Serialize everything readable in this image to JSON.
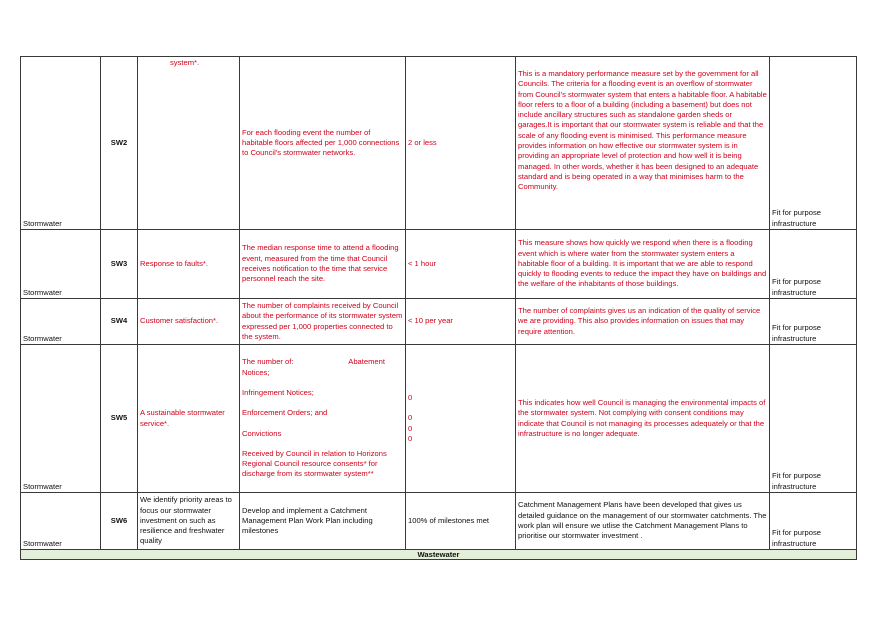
{
  "rows": [
    {
      "id": "sw2",
      "group": "Stormwater",
      "code": "SW2",
      "attribute": "system*.",
      "measure": "For each flooding event the number of habitable floors affected per 1,000 connections to Council's stormwater networks.",
      "target": "2 or less",
      "rationale": "This is a mandatory performance measure set by the government for all Councils. The criteria for a  flooding event is an overflow of stormwater from Council's stormwater system that enters a habitable floor. A habitable floor refers to a floor of a building (including a basement) but does not include ancillary structures such as standalone garden sheds or garages.It is important that our stormwater system is reliable and that the scale of any flooding event is minimised. This performance measure provides information on how effective our stormwater system is in providing an appropriate level of protection and how well it is being managed. In other words, whether it has been designed to an adequate standard and is being operated in a way that minimises harm to the Community.",
      "category": "Fit for purpose infrastructure"
    },
    {
      "id": "sw3",
      "group": "Stormwater",
      "code": "SW3",
      "attribute": "Response to faults*.",
      "measure": "The median response time to attend a flooding event, measured from the time that Council receives notification to the time that service personnel reach the site.",
      "target": "< 1 hour",
      "rationale": "This measure shows how quickly we respond when there is a flooding event which is where water from the stormwater system enters a habitable floor of a building. It is important that we are able to respond quickly to flooding events to reduce the impact they have on buildings and the welfare of the inhabitants of those buildings.",
      "category": "Fit for purpose infrastructure"
    },
    {
      "id": "sw4",
      "group": "Stormwater",
      "code": "SW4",
      "attribute": "Customer satisfaction*.",
      "measure": "The number of complaints received by Council about the performance of its stormwater system expressed per 1,000 properties connected to the system.",
      "target": "< 10 per year",
      "rationale": "The number of complaints gives us an indication of the quality of service we are providing. This also provides information on issues that may require attention.",
      "category": "Fit for purpose infrastructure"
    },
    {
      "id": "sw5",
      "group": "Stormwater",
      "code": "SW5",
      "attribute": "A sustainable stormwater service*.",
      "measure_intro": "The number of:",
      "measure_items": [
        "Abatement Notices;",
        "Infringement Notices;",
        "Enforcement Orders; and",
        "Convictions"
      ],
      "measure_outro": "Received by Council in relation to Horizons Regional Council resource consents* for discharge from its stormwater system**",
      "targets": [
        "0",
        "0",
        "0",
        "0"
      ],
      "rationale": "This indicates how well Council is managing the environmental impacts of the stormwater system. Not complying with consent conditions may indicate that Council is not managing its processes adequately or that the infrastructure is no longer adequate.",
      "category": "Fit for purpose infrastructure"
    },
    {
      "id": "sw6",
      "group": "Stormwater",
      "code": "SW6",
      "attribute": "We identify priority areas to focus our stormwater investment on such as resilience and freshwater quality",
      "measure": "Develop and implement a Catchment Management Plan Work Plan including milestones",
      "target": "100% of milestones met",
      "rationale": "Catchment Management Plans have been developed that gives us detailed guidance on the  management of our stormwater catchments. The work plan will ensure we utlise the Catchment Management Plans to prioritise our stormwater investment .",
      "category": "Fit for purpose infrastructure"
    }
  ],
  "section_band": "Wastewater",
  "colors": {
    "red_text": "#d0021b",
    "band_fill": "#e3efd9",
    "border": "#3a3a3a"
  }
}
